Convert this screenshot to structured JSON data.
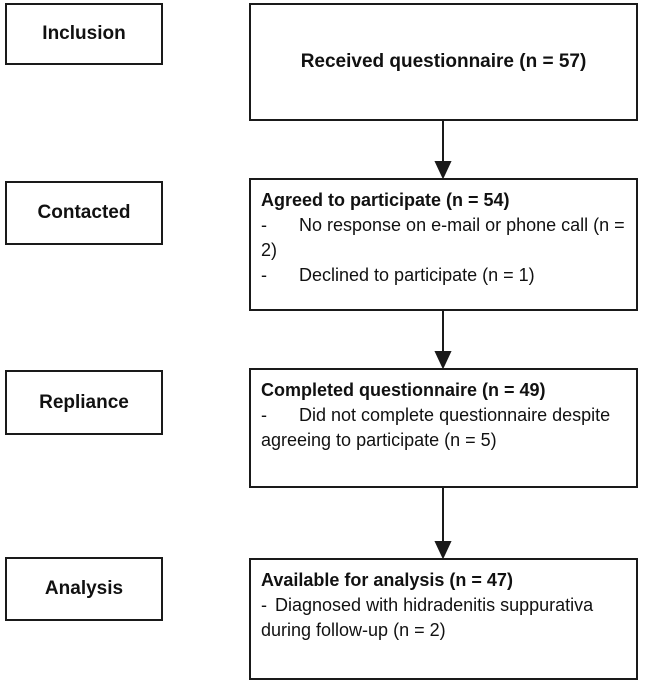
{
  "stages": [
    {
      "label": "Inclusion"
    },
    {
      "label": "Contacted"
    },
    {
      "label": "Repliance"
    },
    {
      "label": "Analysis"
    }
  ],
  "boxes": [
    {
      "title": "Received questionnaire (n = 57)",
      "items": []
    },
    {
      "title": "Agreed to participate (n = 54)",
      "items": [
        "No response on e-mail or phone call (n = 2)",
        "Declined to participate (n = 1)"
      ]
    },
    {
      "title": "Completed questionnaire (n = 49)",
      "items": [
        "Did not complete questionnaire despite agreeing to participate (n = 5)"
      ]
    },
    {
      "title": "Available for analysis (n = 47)",
      "items": [
        "Diagnosed with hidradenitis suppurativa during follow-up (n = 2)"
      ]
    }
  ],
  "bullet": "-"
}
